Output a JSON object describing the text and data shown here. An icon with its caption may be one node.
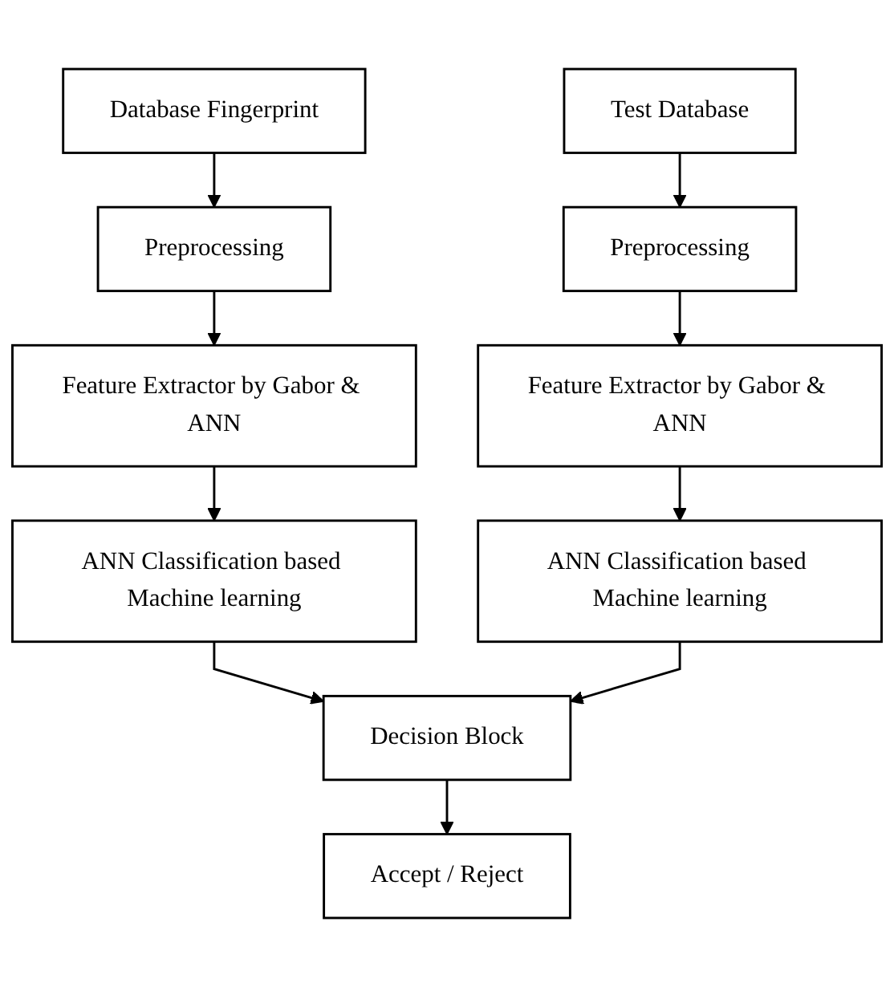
{
  "diagram": {
    "nodes": [
      {
        "text": [
          "Database Fingerprint"
        ]
      },
      {
        "text": [
          "Preprocessing"
        ]
      },
      {
        "text": [
          "Feature Extractor by Gabor & ANN"
        ]
      },
      {
        "text": [
          "ANN Classification based Machine learning"
        ]
      },
      {
        "text": [
          "Test Database"
        ]
      },
      {
        "text": [
          "Preprocessing"
        ]
      },
      {
        "text": [
          "Feature Extractor by Gabor & ANN"
        ]
      },
      {
        "text": [
          "ANN Classification based Machine learning"
        ]
      },
      {
        "text": [
          "Decision Block"
        ]
      },
      {
        "text": [
          "Accept / Reject"
        ]
      }
    ],
    "edges": [
      {
        "from": 0,
        "to": 1,
        "arrow": "to"
      },
      {
        "from": 1,
        "to": 2,
        "arrow": "to"
      },
      {
        "from": 2,
        "to": 3,
        "arrow": "to"
      },
      {
        "from": 4,
        "to": 5,
        "arrow": "to"
      },
      {
        "from": 5,
        "to": 6,
        "arrow": "to"
      },
      {
        "from": 6,
        "to": 7,
        "arrow": "to"
      },
      {
        "from": 3,
        "to": 8,
        "arrow": "to"
      },
      {
        "from": 7,
        "to": 8,
        "arrow": "to"
      },
      {
        "from": 8,
        "to": 9,
        "arrow": "to"
      }
    ]
  }
}
